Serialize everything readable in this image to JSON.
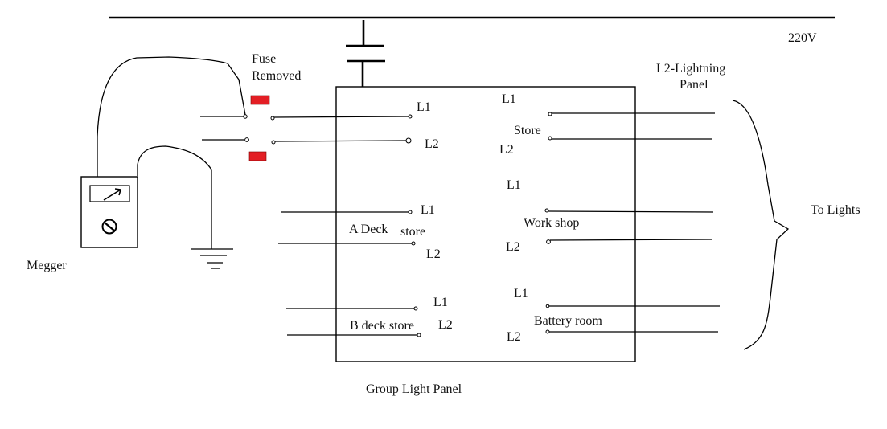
{
  "diagram": {
    "supply_label": "220V",
    "fuse_label_line1": "Fuse",
    "fuse_label_line2": "Removed",
    "fuse_color": "#e31e24",
    "megger_label": "Megger",
    "group_panel_label": "Group Light Panel",
    "lighting_panel_label_line1": "L2-Lightning",
    "lighting_panel_label_line2": "Panel",
    "to_lights_label": "To Lights",
    "incoming": {
      "l1": "L1",
      "l2": "L2"
    },
    "left_circuits": [
      {
        "name": "A Deck store",
        "name_part1": "A Deck",
        "name_part2": "store",
        "l1": "L1",
        "l2": "L2"
      },
      {
        "name": "B deck store",
        "l1": "L1",
        "l2": "L2"
      }
    ],
    "right_circuits": [
      {
        "name": "Store",
        "l1": "L1",
        "l2": "L2"
      },
      {
        "name": "Work shop",
        "l1": "L1",
        "l2": "L2"
      },
      {
        "name": "Battery room",
        "l1": "L1",
        "l2": "L2"
      }
    ]
  }
}
